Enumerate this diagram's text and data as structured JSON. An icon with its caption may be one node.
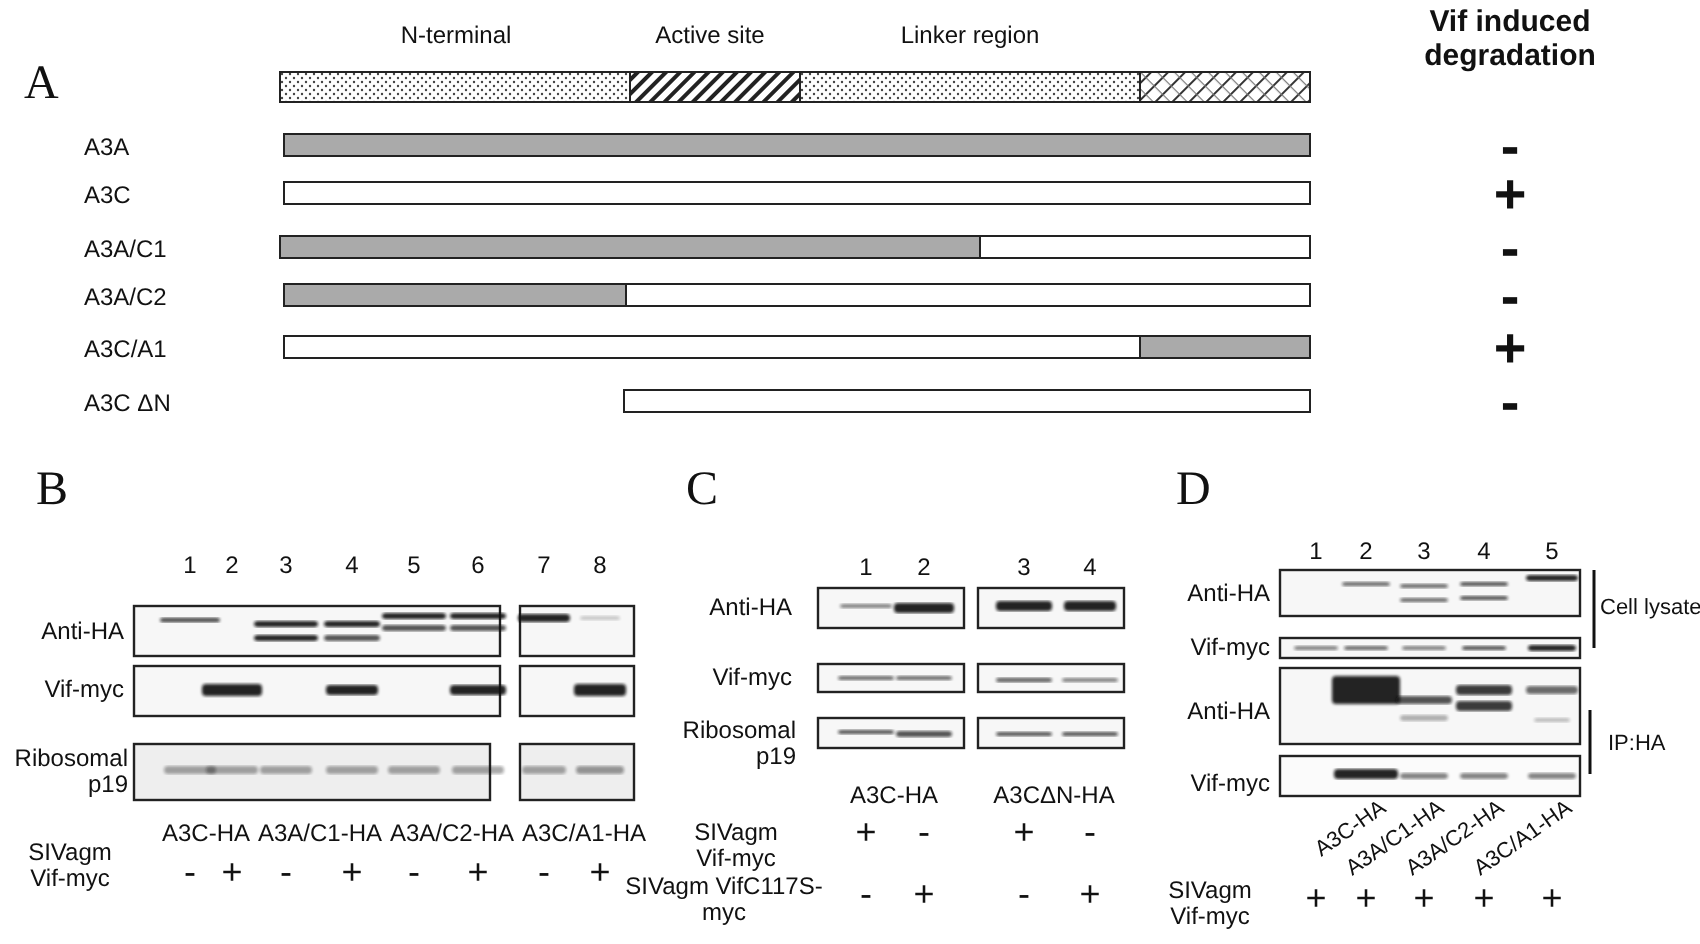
{
  "diagram": {
    "labels": [
      "A",
      "N-terminal",
      "Active site",
      "Linker region",
      "Vif induced degradation",
      "A3A",
      "-",
      "A3C",
      "+",
      "A3A/C1",
      "-",
      "A3A/C2",
      "-",
      "A3C/A1",
      "+",
      "A3C ΔN",
      "-",
      "B",
      "1",
      "2",
      "3",
      "4",
      "5",
      "6",
      "7",
      "8",
      "Anti-HA",
      "Vif-myc",
      "Ribosomal p19",
      "A3C-HA",
      "A3A/C1-HA",
      "A3A/C2-HA",
      "A3C/A1-HA",
      "SIVagm Vif-myc",
      "-",
      "+",
      "-",
      "+",
      "-",
      "+",
      "-",
      "+",
      "C",
      "1",
      "2",
      "3",
      "4",
      "Anti-HA",
      "Vif-myc",
      "Ribosomal p19",
      "A3C-HA",
      "A3CΔN-HA",
      "SIVagm Vif-myc",
      "+",
      "-",
      "+",
      "-",
      "SIVagm VifC117S-myc",
      "-",
      "+",
      "-",
      "+",
      "D",
      "1",
      "2",
      "3",
      "4",
      "5",
      "Anti-HA",
      "Vif-myc",
      "Anti-HA",
      "Vif-myc",
      "Cell lysate",
      "IP:HA",
      "A3C-HA",
      "A3A/C1-HA",
      "A3A/C2-HA",
      "A3C/A1-HA",
      "SIVagm Vif-myc",
      "+",
      "+",
      "+",
      "+",
      "+"
    ]
  }
}
